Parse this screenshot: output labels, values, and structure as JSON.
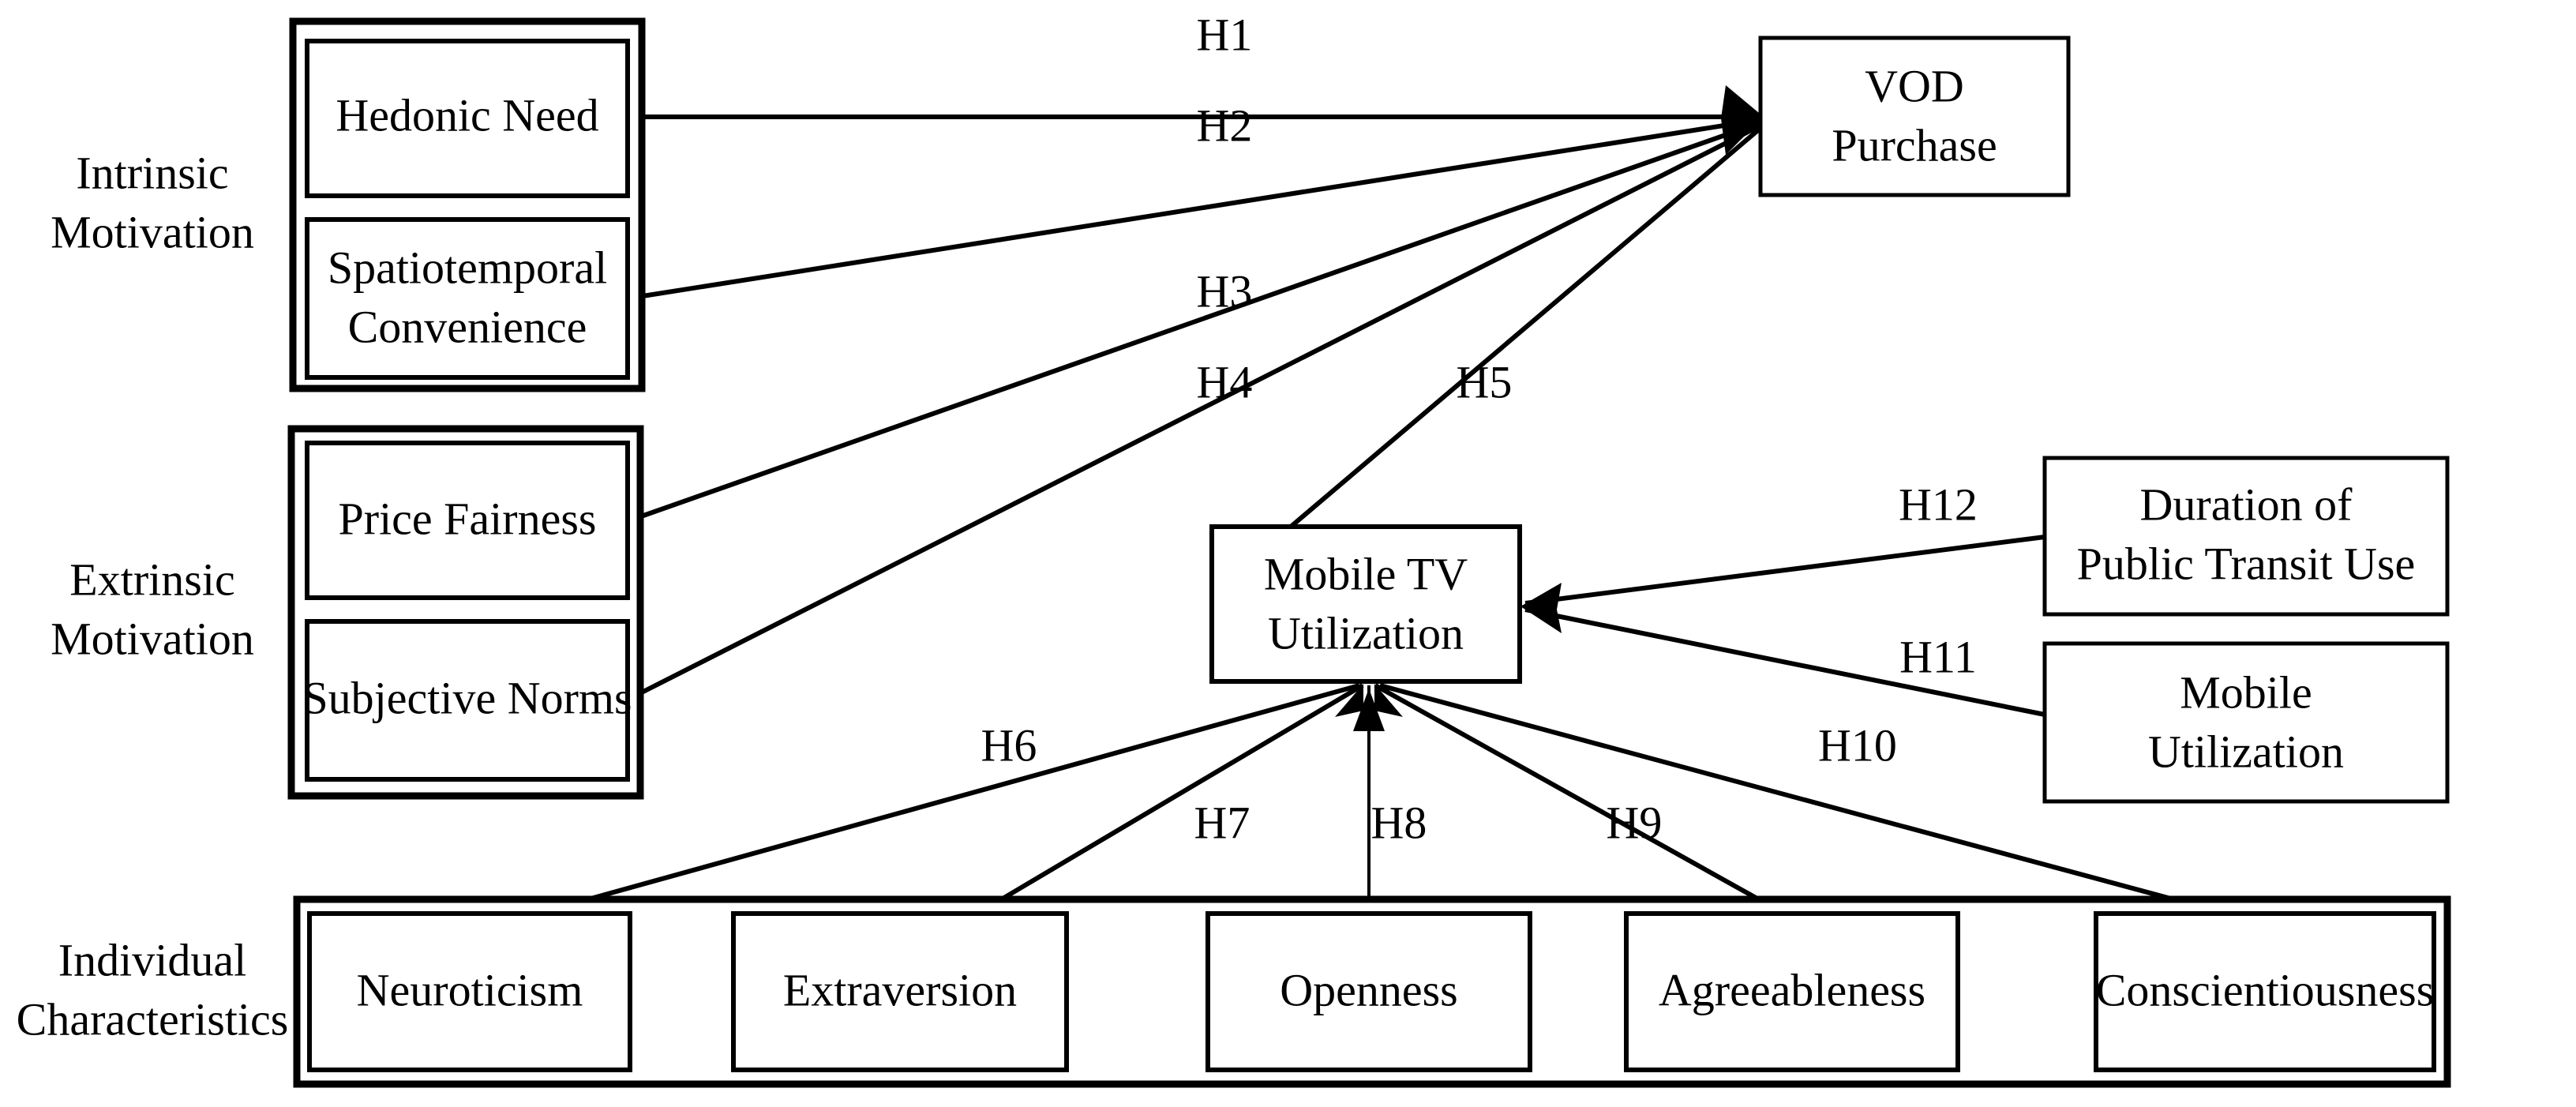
{
  "figure": {
    "type": "research-model-diagram",
    "background_color": "#ffffff",
    "line_color": "#000000"
  },
  "groups": [
    {
      "id": "intrinsic",
      "label_line1": "Intrinsic",
      "label_line2": "Motivation"
    },
    {
      "id": "extrinsic",
      "label_line1": "Extrinsic",
      "label_line2": "Motivation"
    },
    {
      "id": "individual",
      "label_line1": "Individual",
      "label_line2": "Characteristics"
    }
  ],
  "nodes": {
    "hedonic_need": "Hedonic Need",
    "spatiotemporal_line1": "Spatiotemporal",
    "spatiotemporal_line2": "Convenience",
    "price_fairness": "Price Fairness",
    "subjective_norms": "Subjective Norms",
    "neuroticism": "Neuroticism",
    "extraversion": "Extraversion",
    "openness": "Openness",
    "agreeableness": "Agreeableness",
    "conscientiousness": "Conscientiousness",
    "vod_purchase_line1": "VOD",
    "vod_purchase_line2": "Purchase",
    "mobile_tv_line1": "Mobile TV",
    "mobile_tv_line2": "Utilization",
    "duration_transit_line1": "Duration of",
    "duration_transit_line2": "Public Transit Use",
    "mobile_utilization_line1": "Mobile",
    "mobile_utilization_line2": "Utilization"
  },
  "hypotheses": [
    {
      "id": "H1",
      "label": "H1",
      "from": "Hedonic Need",
      "to": "VOD Purchase"
    },
    {
      "id": "H2",
      "label": "H2",
      "from": "Spatiotemporal Convenience",
      "to": "VOD Purchase"
    },
    {
      "id": "H3",
      "label": "H3",
      "from": "Price Fairness",
      "to": "VOD Purchase"
    },
    {
      "id": "H4",
      "label": "H4",
      "from": "Subjective Norms",
      "to": "VOD Purchase"
    },
    {
      "id": "H5",
      "label": "H5",
      "from": "Mobile TV Utilization",
      "to": "VOD Purchase"
    },
    {
      "id": "H6",
      "label": "H6",
      "from": "Neuroticism",
      "to": "Mobile TV Utilization"
    },
    {
      "id": "H7",
      "label": "H7",
      "from": "Extraversion",
      "to": "Mobile TV Utilization"
    },
    {
      "id": "H8",
      "label": "H8",
      "from": "Openness",
      "to": "Mobile TV Utilization"
    },
    {
      "id": "H9",
      "label": "H9",
      "from": "Agreeableness",
      "to": "Mobile TV Utilization"
    },
    {
      "id": "H10",
      "label": "H10",
      "from": "Conscientiousness",
      "to": "Mobile TV Utilization"
    },
    {
      "id": "H11",
      "label": "H11",
      "from": "Mobile Utilization",
      "to": "Mobile TV Utilization"
    },
    {
      "id": "H12",
      "label": "H12",
      "from": "Duration of Public Transit Use",
      "to": "Mobile TV Utilization"
    }
  ]
}
